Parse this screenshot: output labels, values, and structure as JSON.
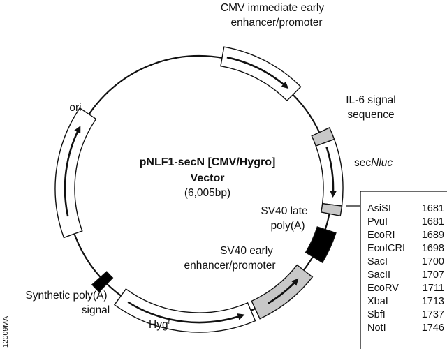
{
  "title": {
    "line1": "pNLF1-secN [CMV/Hygro]",
    "line2": "Vector",
    "size": "(6,005bp)"
  },
  "features": {
    "cmv": [
      "CMV immediate early",
      "enhancer/promoter"
    ],
    "il6": [
      "IL-6 signal",
      "sequence"
    ],
    "nluc": {
      "prefix": "sec",
      "italic": "Nluc"
    },
    "sv40_late": [
      "SV40 late",
      "poly(A)"
    ],
    "sv40_early": [
      "SV40 early",
      "enhancer/promoter"
    ],
    "hygr": {
      "base": "Hyg",
      "sup": "r"
    },
    "synth_polya": [
      "Synthetic poly(A)",
      "signal"
    ],
    "ori": "ori"
  },
  "restriction_sites": [
    {
      "name": "AsiSI",
      "pos": "1681"
    },
    {
      "name": "PvuI",
      "pos": "1681"
    },
    {
      "name": "EcoRI",
      "pos": "1689"
    },
    {
      "name": "EcoICRI",
      "pos": "1698"
    },
    {
      "name": "SacI",
      "pos": "1700"
    },
    {
      "name": "SacII",
      "pos": "1707"
    },
    {
      "name": "EcoRV",
      "pos": "1711"
    },
    {
      "name": "XbaI",
      "pos": "1713"
    },
    {
      "name": "SbfI",
      "pos": "1737"
    },
    {
      "name": "NotI",
      "pos": "1746"
    }
  ],
  "figure_id": "12009MA",
  "colors": {
    "ink": "#111111",
    "gray_fill": "#c8c8c8",
    "black_block": "#000000",
    "background": "#ffffff"
  }
}
